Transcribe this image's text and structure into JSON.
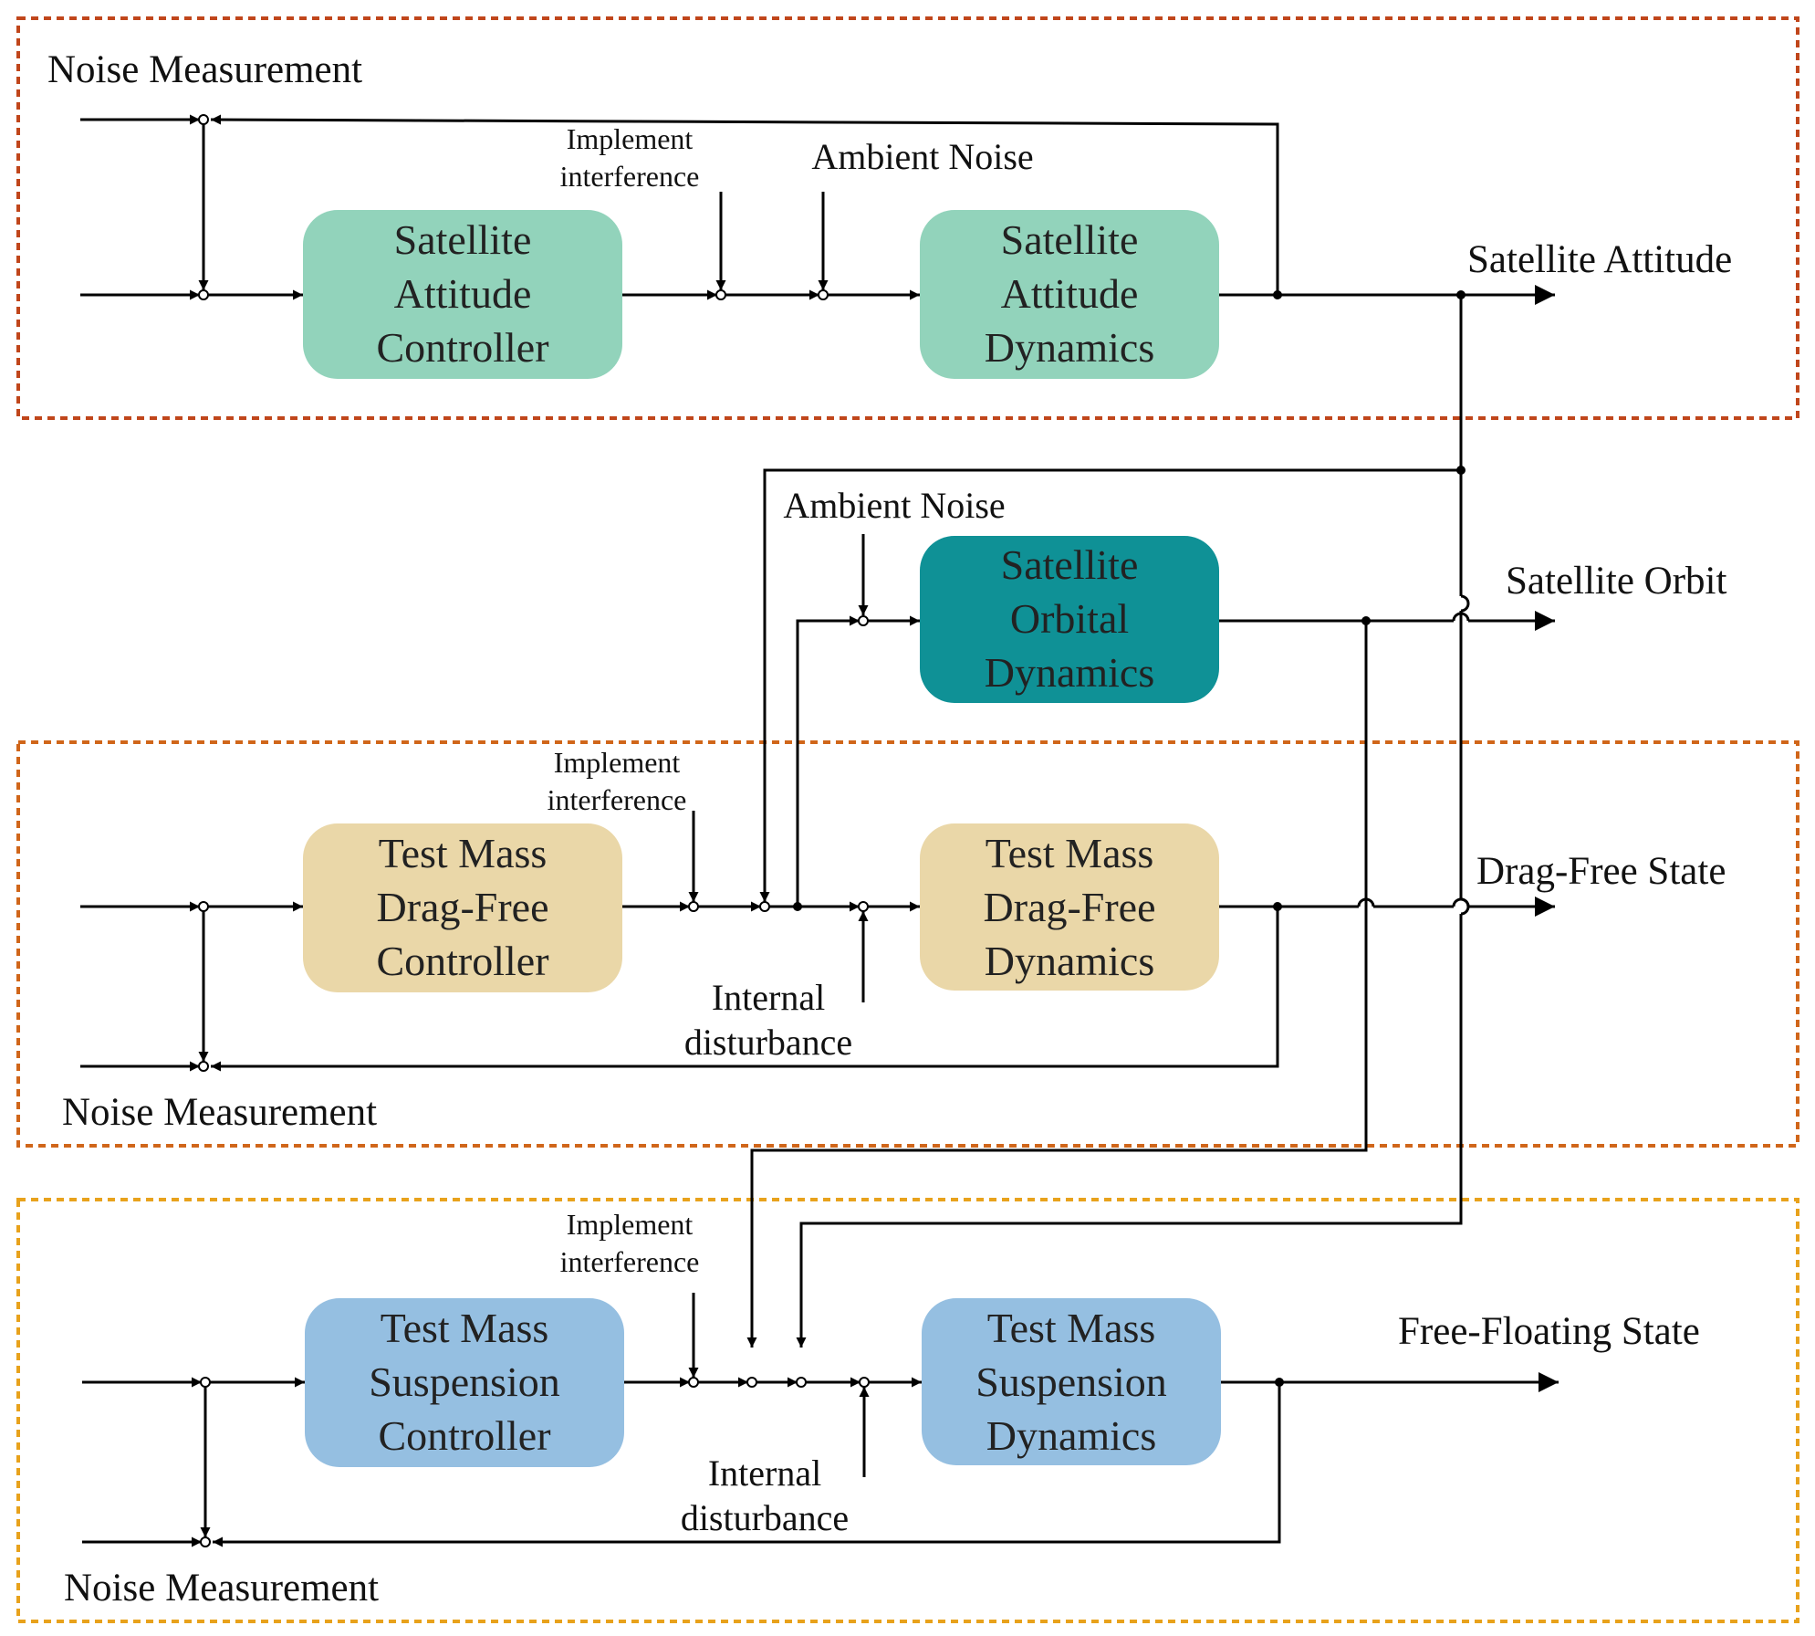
{
  "colors": {
    "attitude_group": "#c0461b",
    "dragfree_group": "#d0661a",
    "suspension_group": "#e8a21c",
    "attitude_box": "#92d3bb",
    "orbit_box": "#0f9196",
    "dragfree_box": "#ead7a8",
    "suspension_box": "#95bfe1"
  },
  "blocks": {
    "att_ctrl": [
      "Satellite",
      "Attitude",
      "Controller"
    ],
    "att_dyn": [
      "Satellite",
      "Attitude",
      "Dynamics"
    ],
    "orb_dyn": [
      "Satellite",
      "Orbital",
      "Dynamics"
    ],
    "df_ctrl": [
      "Test Mass",
      "Drag-Free",
      "Controller"
    ],
    "df_dyn": [
      "Test Mass",
      "Drag-Free",
      "Dynamics"
    ],
    "sus_ctrl": [
      "Test Mass",
      "Suspension",
      "Controller"
    ],
    "sus_dyn": [
      "Test Mass",
      "Suspension",
      "Dynamics"
    ]
  },
  "labels": {
    "att_noise": "Noise Measurement",
    "att_impl_1": "Implement",
    "att_impl_2": "interference",
    "att_ambient": "Ambient Noise",
    "att_output": "Satellite Attitude",
    "orb_ambient": "Ambient Noise",
    "orb_output": "Satellite Orbit",
    "df_impl_1": "Implement",
    "df_impl_2": "interference",
    "df_internal_1": "Internal",
    "df_internal_2": "disturbance",
    "df_noise": "Noise Measurement",
    "df_output": "Drag-Free State",
    "sus_impl_1": "Implement",
    "sus_impl_2": "interference",
    "sus_internal_1": "Internal",
    "sus_internal_2": "disturbance",
    "sus_noise": "Noise Measurement",
    "sus_output": "Free-Floating State"
  }
}
